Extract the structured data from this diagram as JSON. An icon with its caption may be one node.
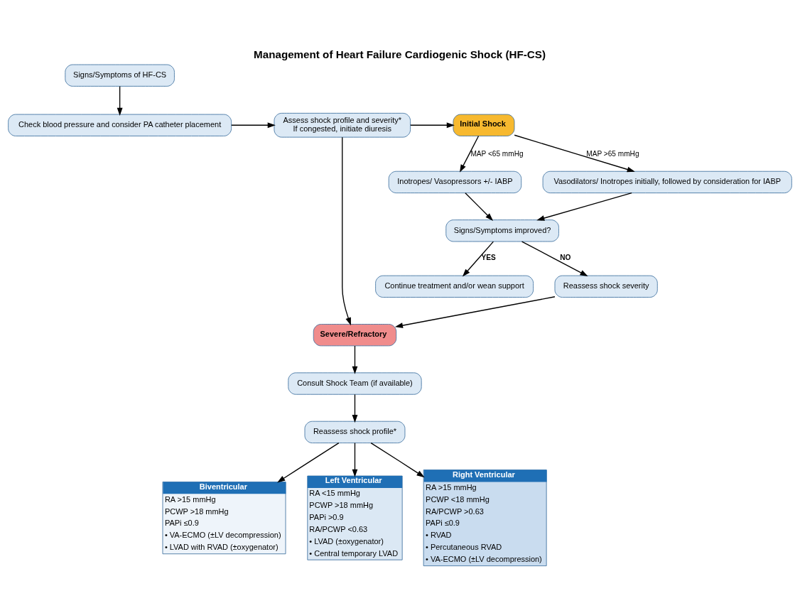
{
  "diagram": {
    "title": "Management of Heart Failure Cardiogenic Shock (HF-CS)",
    "nodes": [
      {
        "text": [
          "Signs/Symptoms of HF-CS"
        ]
      },
      {
        "text": [
          "Check blood pressure and consider PA catheter placement"
        ]
      },
      {
        "text": [
          "Assess shock profile and severity*",
          "If congested, initiate diuresis"
        ]
      },
      {
        "text": [
          "Initial Shock"
        ]
      },
      {
        "text": [
          "Inotropes/ Vasopressors +/- IABP"
        ]
      },
      {
        "text": [
          "Vasodilators/ Inotropes initially, followed by consideration for IABP"
        ]
      },
      {
        "text": [
          "Signs/Symptoms improved?"
        ]
      },
      {
        "text": [
          "Continue treatment and/or wean support"
        ]
      },
      {
        "text": [
          "Reassess shock severity"
        ]
      },
      {
        "text": [
          "Severe/Refractory"
        ]
      },
      {
        "text": [
          "Consult Shock Team (if available)"
        ]
      },
      {
        "text": [
          "Reassess shock profile*"
        ]
      },
      {
        "text": [
          "Biventricular",
          "RA >15 mmHg",
          "PCWP >18 mmHg",
          "PAPi ≤0.9",
          "• VA-ECMO (±LV decompression)",
          "• LVAD with RVAD (±oxygenator)"
        ]
      },
      {
        "text": [
          "Left Ventricular",
          "RA <15 mmHg",
          "PCWP >18 mmHg",
          "PAPi >0.9",
          "RA/PCWP <0.63",
          "• LVAD (±oxygenator)",
          "• Central temporary LVAD"
        ]
      },
      {
        "text": [
          "Right Ventricular",
          "RA >15 mmHg",
          "PCWP <18 mmHg",
          "RA/PCWP >0.63",
          "PAPi ≤0.9",
          "• RVAD",
          "• Percutaneous RVAD",
          "• VA-ECMO (±LV decompression)"
        ]
      }
    ],
    "edges": [
      {
        "from": 0,
        "to": 1,
        "arrow": "to"
      },
      {
        "from": 1,
        "to": 2,
        "arrow": "to"
      },
      {
        "from": 2,
        "to": 3,
        "arrow": "to"
      },
      {
        "from": 3,
        "to": 4,
        "arrow": "to",
        "label": "MAP <65 mmHg"
      },
      {
        "from": 3,
        "to": 5,
        "arrow": "to",
        "label": "MAP >65 mmHg"
      },
      {
        "from": 4,
        "to": 6,
        "arrow": "to"
      },
      {
        "from": 5,
        "to": 6,
        "arrow": "to"
      },
      {
        "from": 6,
        "to": 7,
        "arrow": "to",
        "label": "YES"
      },
      {
        "from": 6,
        "to": 8,
        "arrow": "to",
        "label": "NO"
      },
      {
        "from": 2,
        "to": 9,
        "arrow": "to"
      },
      {
        "from": 8,
        "to": 9,
        "arrow": "to"
      },
      {
        "from": 9,
        "to": 10,
        "arrow": "to"
      },
      {
        "from": 10,
        "to": 11,
        "arrow": "to"
      },
      {
        "from": 11,
        "to": 12,
        "arrow": "to"
      },
      {
        "from": 11,
        "to": 13,
        "arrow": "to"
      },
      {
        "from": 11,
        "to": 14,
        "arrow": "to"
      }
    ]
  }
}
